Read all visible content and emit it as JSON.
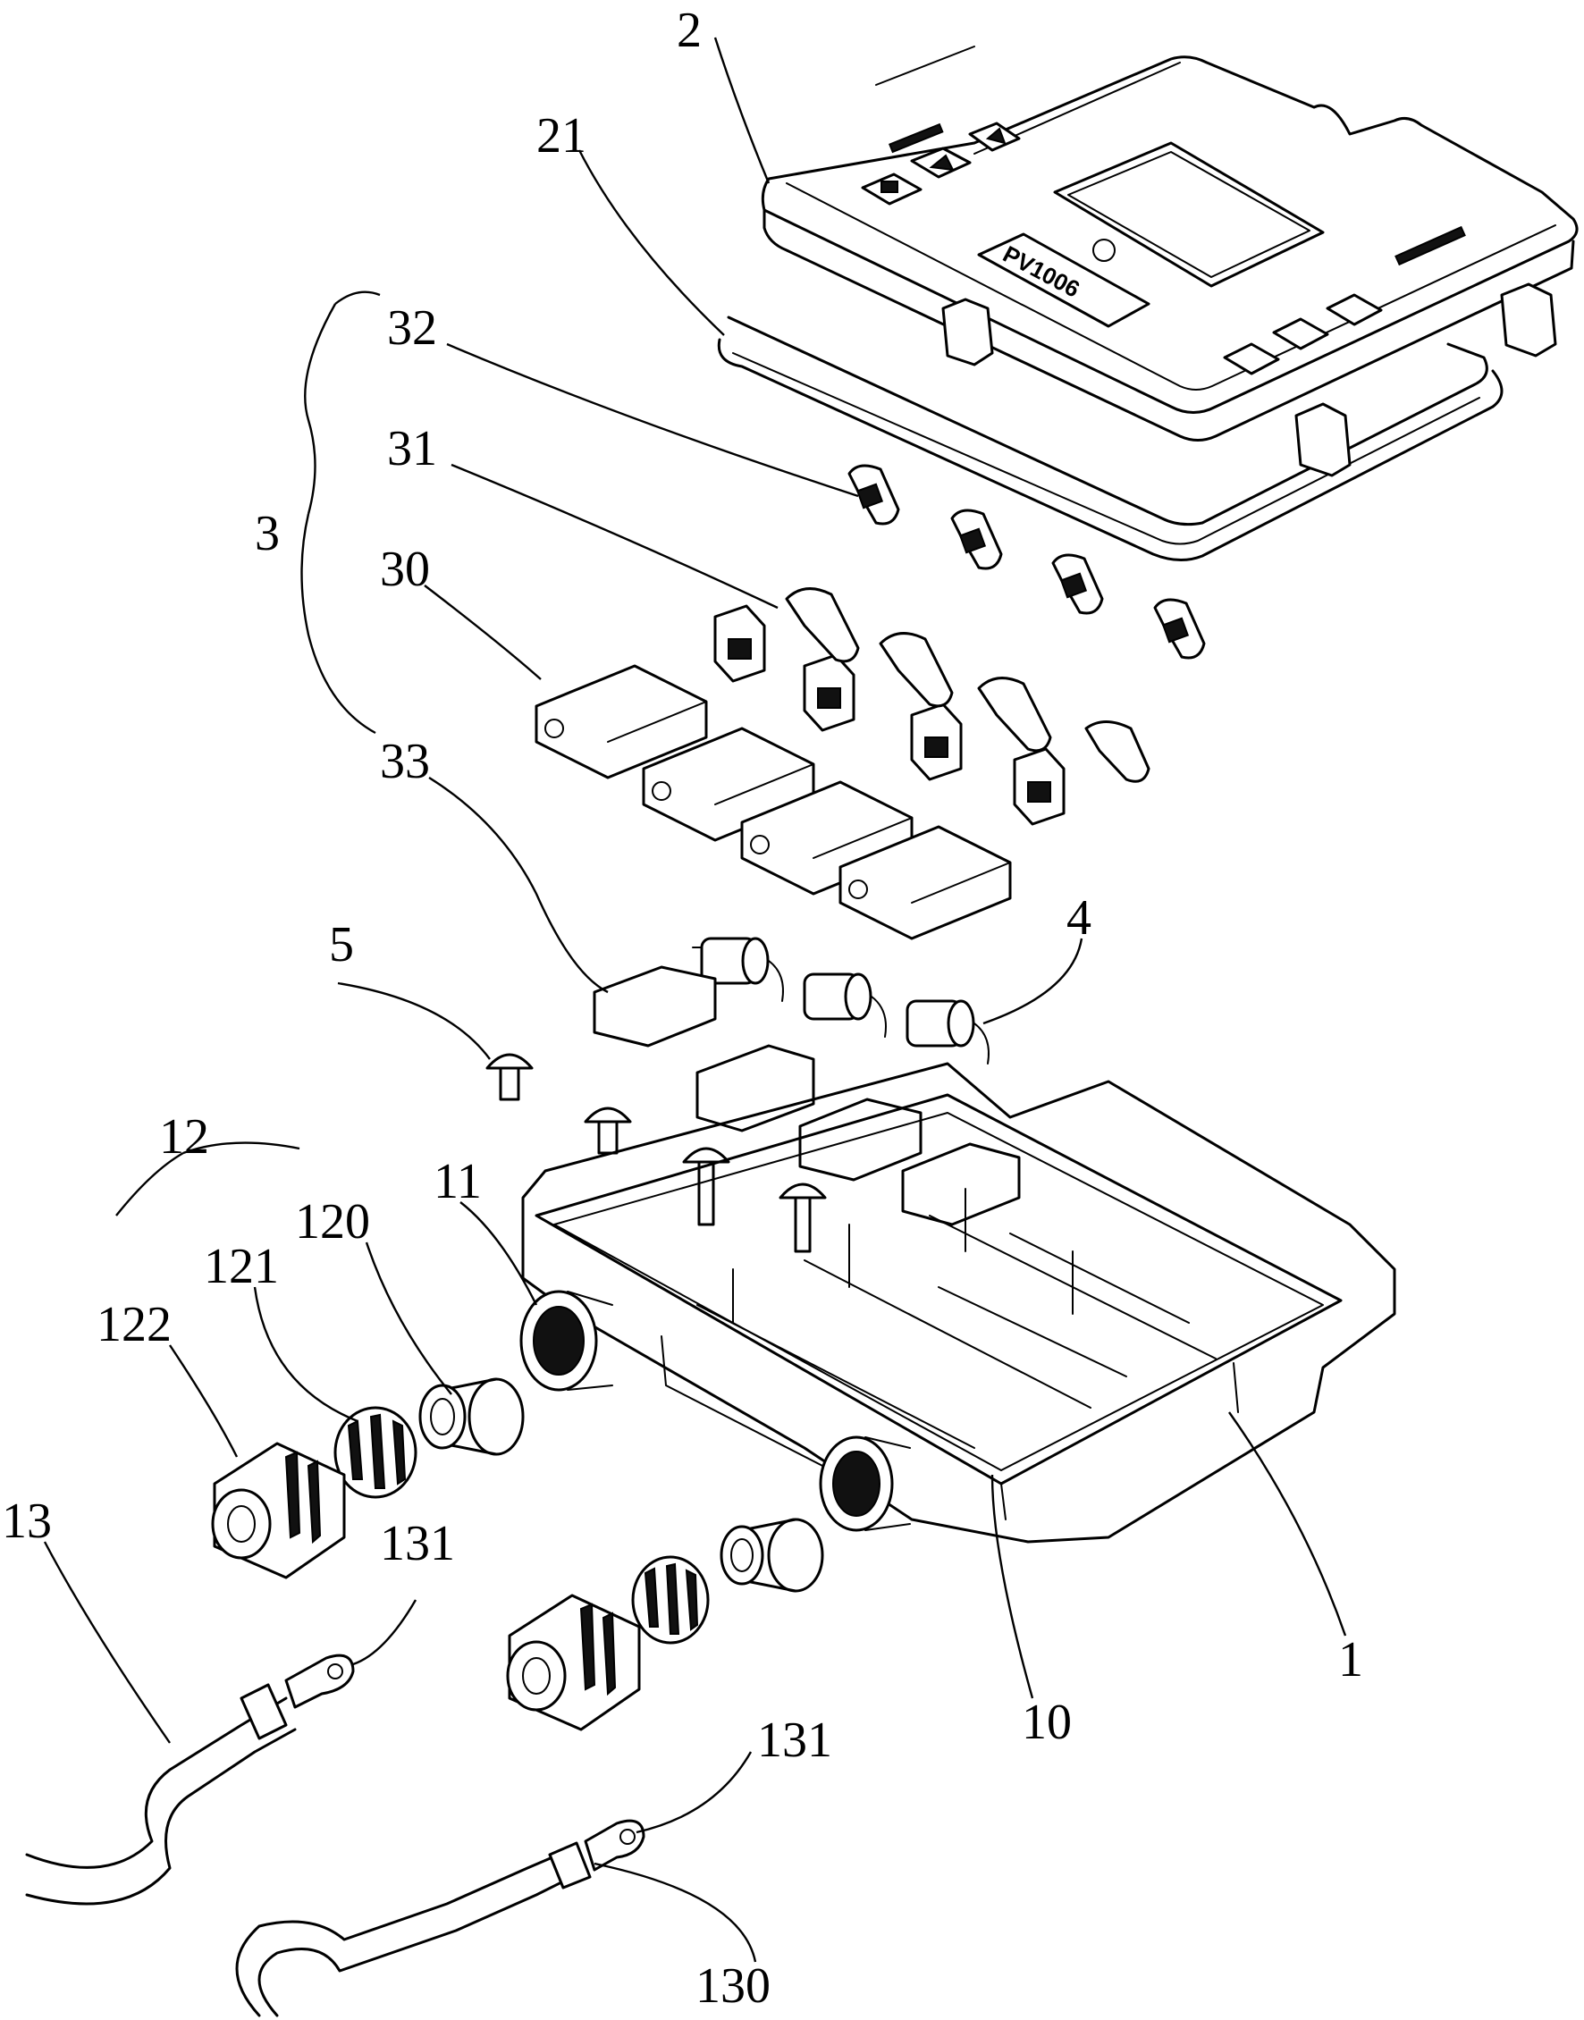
{
  "figure": {
    "reference_numerals": {
      "housing": "1",
      "cover": "2",
      "cover_frame": "21",
      "terminal_assembly": "3",
      "terminal_plate": "30",
      "clip_a": "31",
      "clip_b": "32",
      "terminal_holder": "33",
      "diode": "4",
      "screw": "5",
      "housing_floor": "10",
      "outlet_port": "11",
      "cable_gland": "12",
      "gland_seal": "120",
      "gland_claw": "121",
      "gland_nut": "122",
      "cable": "13",
      "lug_upper": "131",
      "lug_lower": "131",
      "cable_core": "130"
    },
    "cover_marking": "PV1006"
  }
}
